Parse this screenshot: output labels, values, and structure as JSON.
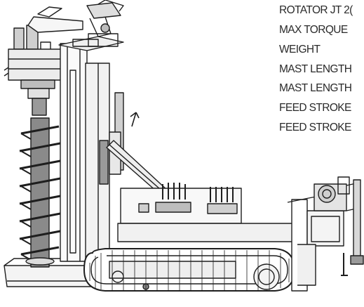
{
  "specs": [
    {
      "label": "ROTATOR JT 2("
    },
    {
      "label": "MAX TORQUE"
    },
    {
      "label": "WEIGHT"
    },
    {
      "label": "MAST LENGTH"
    },
    {
      "label": "MAST LENGTH"
    },
    {
      "label": "FEED STROKE"
    },
    {
      "label": "FEED STROKE"
    }
  ],
  "drawing": {
    "subject": "tracked drilling rig with auger, mast and rotator head",
    "line_color": "#1e1e1e",
    "shade_color": "#9a9a9a"
  }
}
